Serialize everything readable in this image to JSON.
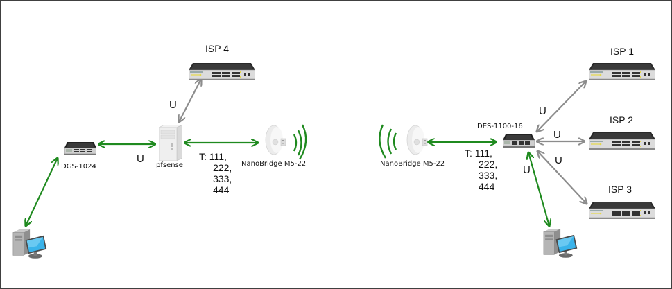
{
  "diagram": {
    "colors": {
      "border": "#404040",
      "trunk_link": "#1f8a1f",
      "untagged_link": "#8c8c8c",
      "switch_body": "#2b2b2b",
      "background": "#ffffff"
    },
    "left_site": {
      "isp4": {
        "label": "ISP 4",
        "icon": "switch-24port-icon"
      },
      "pfsense": {
        "label": "pfsense",
        "icon": "server-tower-icon"
      },
      "dgs": {
        "label": "DGS-1024",
        "icon": "switch-small-icon"
      },
      "pc": {
        "label": "",
        "icon": "desktop-pc-icon"
      },
      "nanobridge": {
        "label": "NanoBridge M5-22",
        "icon": "dish-antenna-icon"
      },
      "links": {
        "pfsense_isp4": "U",
        "dgs_pfsense": "U",
        "pfsense_nanobridge": [
          "T: 111,",
          "222,",
          "333,",
          "444"
        ]
      }
    },
    "right_site": {
      "nanobridge": {
        "label": "NanoBridge M5-22",
        "icon": "dish-antenna-icon"
      },
      "des": {
        "label": "DES-1100-16",
        "icon": "switch-small-icon"
      },
      "isp1": {
        "label": "ISP 1",
        "icon": "switch-24port-icon"
      },
      "isp2": {
        "label": "ISP 2",
        "icon": "switch-24port-icon"
      },
      "isp3": {
        "label": "ISP 3",
        "icon": "switch-24port-icon"
      },
      "pc": {
        "label": "",
        "icon": "desktop-pc-icon"
      },
      "links": {
        "des_isp1": "U",
        "des_isp2": "U",
        "des_isp3": "U",
        "des_pc": "U",
        "nanobridge_des": [
          "T: 111,",
          "222,",
          "333,",
          "444"
        ]
      }
    }
  }
}
